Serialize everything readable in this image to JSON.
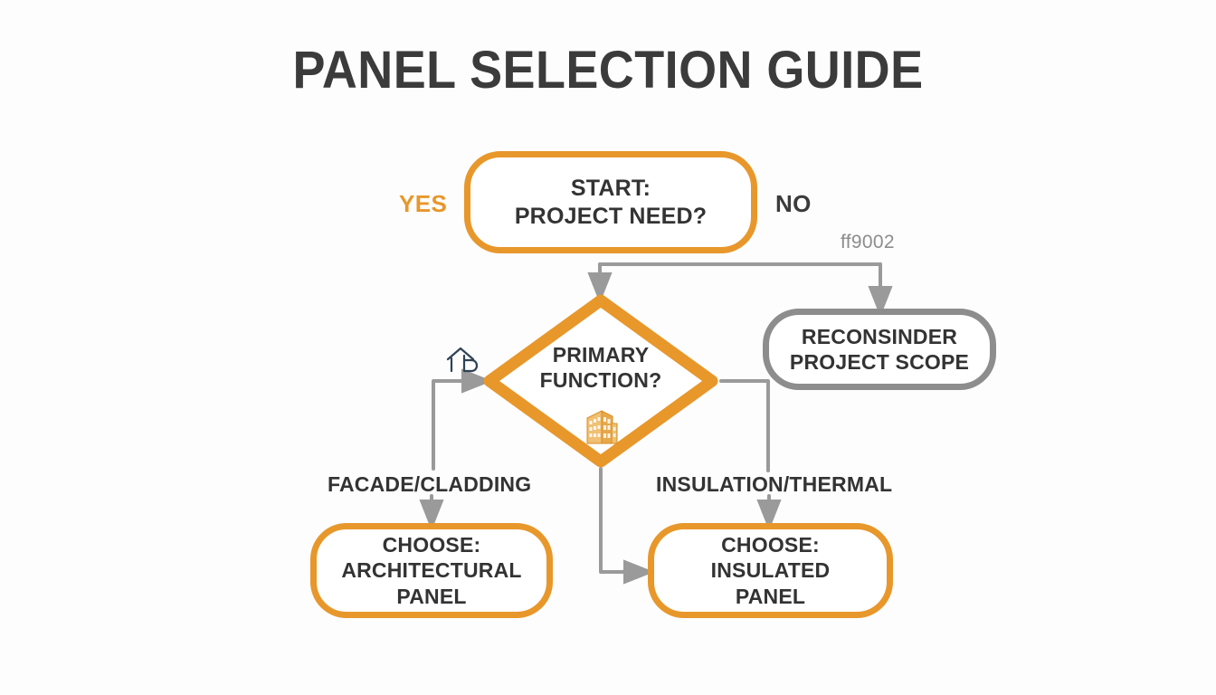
{
  "page": {
    "title": "PANEL SELECTION GUIDE",
    "background_color": "#fdfdfd"
  },
  "colors": {
    "accent_orange": "#e8972b",
    "connector_grey": "#9a9a9a",
    "node_grey_border": "#8d8d8d",
    "text_dark": "#333333",
    "title_dark": "#3b3b3b",
    "house_icon": "#2f4256"
  },
  "nodes": {
    "start": {
      "label": "START:\nPROJECT NEED?",
      "shape": "rounded-rectangle",
      "border_color": "#e8972b"
    },
    "decision": {
      "label": "PRIMARY\nFUNCTION?",
      "shape": "diamond",
      "border_color": "#e8972b",
      "icon": "office-building-icon"
    },
    "reconsider": {
      "label": "RECONSINDER\nPROJECT SCOPE",
      "shape": "rounded-rectangle",
      "border_color": "#8d8d8d"
    },
    "architectural": {
      "label": "CHOOSE:\nARCHITECTURAL\nPANEL",
      "shape": "rounded-rectangle",
      "border_color": "#e8972b"
    },
    "insulated": {
      "label": "CHOOSE:\nINSULATED\nPANEL",
      "shape": "rounded-rectangle",
      "border_color": "#e8972b"
    }
  },
  "edge_labels": {
    "yes": "YES",
    "no": "NO",
    "hex_code": "ff9002",
    "facade": "FACADE/CLADDING",
    "insulation": "INSULATION/THERMAL"
  },
  "icons": {
    "house": "house-outline-icon",
    "building": "office-building-icon"
  }
}
